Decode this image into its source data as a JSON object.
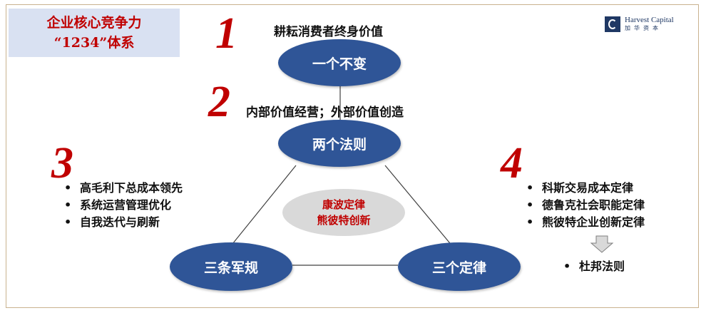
{
  "title": {
    "line1": "企业核心竞争力",
    "line2": "“1234”体系"
  },
  "logo": {
    "en": "Harvest Capital",
    "cn": "加华资本"
  },
  "steps": [
    {
      "number": "1",
      "caption": "耕耘消费者终身价值",
      "node": "一个不变"
    },
    {
      "number": "2",
      "caption": "内部价值经营；外部价值创造",
      "node": "两个法则"
    },
    {
      "number": "3",
      "node": "三条军规",
      "bullets": [
        "高毛利下总成本领先",
        "系统运营管理优化",
        "自我迭代与刷新"
      ]
    },
    {
      "number": "4",
      "node": "三个定律",
      "bullets": [
        "科斯交易成本定律",
        "德鲁克社会职能定律",
        "熊彼特企业创新定律"
      ],
      "result": "杜邦法则"
    }
  ],
  "center": {
    "line1": "康波定律",
    "line2": "熊彼特创新"
  },
  "colors": {
    "accent": "#c00000",
    "node": "#2f5597",
    "center": "#d9d9d9",
    "title_bg": "#d9e1f2"
  }
}
